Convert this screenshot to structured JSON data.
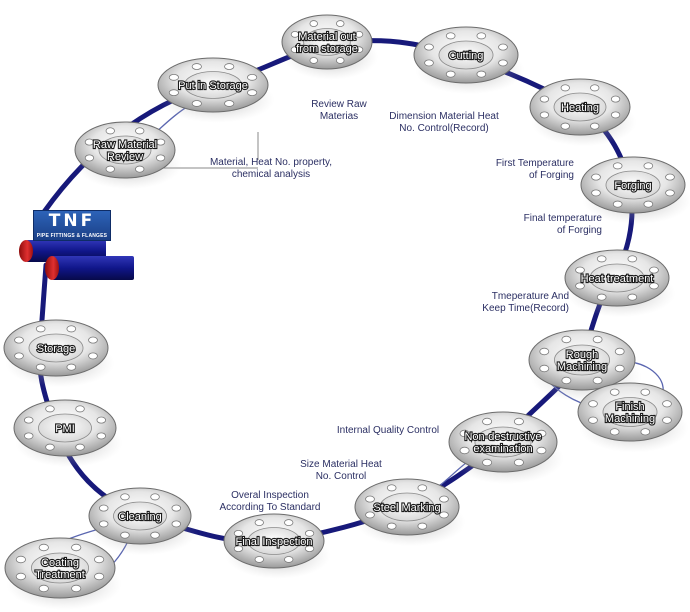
{
  "logo": {
    "brand": "TNF",
    "tagline": "PIPE FITTINGS & FLANGES"
  },
  "steps": [
    {
      "id": "material-out",
      "label": "Material out\nfrom storage"
    },
    {
      "id": "cutting",
      "label": "Cutting"
    },
    {
      "id": "heating",
      "label": "Heating"
    },
    {
      "id": "forging",
      "label": "Forging"
    },
    {
      "id": "heat-treatment",
      "label": "Heat treatment"
    },
    {
      "id": "rough-machining",
      "label": "Rough\nMachining"
    },
    {
      "id": "finish-machining",
      "label": "Finish\nMachining"
    },
    {
      "id": "non-destructive",
      "label": "Non-destructive\nexamination"
    },
    {
      "id": "steel-marking",
      "label": "Steel Marking"
    },
    {
      "id": "final-inspection",
      "label": "Final Inspection"
    },
    {
      "id": "cleaning",
      "label": "Cleaning"
    },
    {
      "id": "coating",
      "label": "Coating\nTreatment"
    },
    {
      "id": "pmi",
      "label": "PMI"
    },
    {
      "id": "storage",
      "label": "Storage"
    },
    {
      "id": "raw-material-review",
      "label": "Raw Material\nReview"
    },
    {
      "id": "put-in-storage",
      "label": "Put in Storage"
    }
  ],
  "notes": {
    "review_raw": "Review Raw\nMaterias",
    "dimension": "Dimension Material Heat\nNo. Control(Record)",
    "first_temp": "First Temperature\nof Forging",
    "final_temp": "Final temperature\nof Forging",
    "keep_time": "Tmeperature And\nKeep Time(Record)",
    "internal_qc": "Internal Quality Control",
    "size_material": "Size Material Heat\nNo. Control",
    "overal_inspection": "Overal Inspection\nAccording To Standard",
    "material_heat": "Material, Heat No. property,\nchemical analysis"
  },
  "colors": {
    "main_path": "#17197a",
    "branch_path": "#5a66b0",
    "note_text": "#2b2f63",
    "pipe": "#10168a",
    "pipe_end": "#d21a1a"
  }
}
